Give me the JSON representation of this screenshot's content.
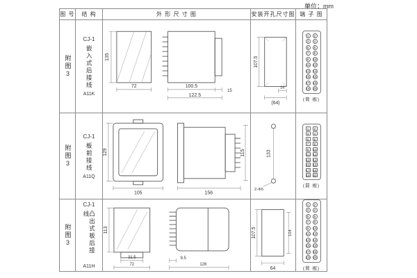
{
  "unit_label": "单位：mm",
  "headers": {
    "fig_no": "图 号",
    "structure": "结 构",
    "outline": "外 形 尺 寸 图",
    "install": "安装开孔尺寸图",
    "terminal": "端 子 图"
  },
  "terminal_numbers": [
    "1",
    "2",
    "3",
    "4",
    "5",
    "6",
    "7",
    "8",
    "9",
    "10",
    "11",
    "12",
    "13",
    "14",
    "15",
    "16",
    "17",
    "18",
    "19",
    "20"
  ],
  "rows": [
    {
      "fig_no": "附图3",
      "model": "CJ-1",
      "structure": "嵌入式后接线",
      "code": "A11K",
      "outline_dims": {
        "height": "135",
        "width": "72",
        "body": "100.5",
        "total": "122.5",
        "flange": "15"
      },
      "install_dims": {
        "height": "107.5",
        "offset": "16",
        "width": "(64)"
      },
      "terminal_caption": "(背 视)"
    },
    {
      "fig_no": "附图3",
      "model": "CJ-1",
      "structure": "板前接线",
      "code": "A11Q",
      "outline_dims": {
        "height": "129",
        "width": "105",
        "total": "156",
        "depth": "115"
      },
      "install_dims": {
        "height": "133",
        "holes": "2-Φ5"
      },
      "terminal_caption": "(前 视)"
    },
    {
      "fig_no": "附图3",
      "model": "CJ-1",
      "structure": "凸出式板后接线",
      "code": "A11H",
      "outline_dims": {
        "height": "113",
        "width": "72",
        "base": "31.5",
        "pin": "9.5",
        "total": "126"
      },
      "install_dims": {
        "height": "107.5",
        "inner": "104",
        "width": "64"
      },
      "terminal_caption": "(背 视)"
    }
  ]
}
